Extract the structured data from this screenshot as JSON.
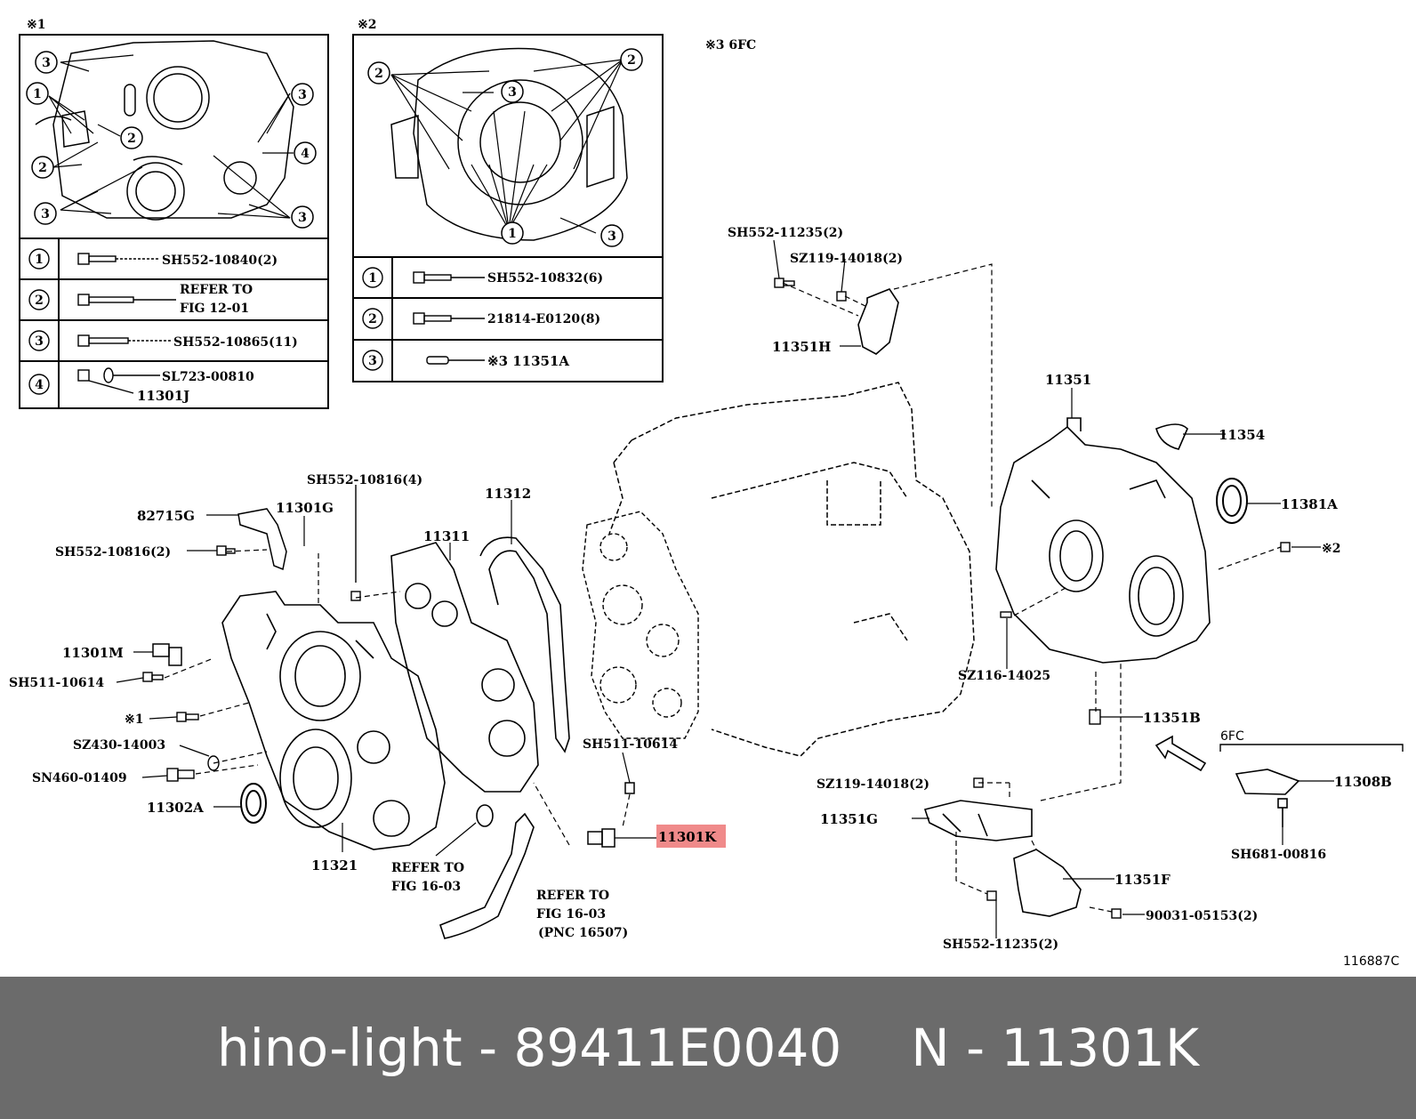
{
  "footer": {
    "brand": "hino-light",
    "sep": "-",
    "part_number": "89411E0040",
    "code_prefix": "N",
    "code_sep": "-",
    "code": "11301K"
  },
  "figure_code": "116887C",
  "insets": {
    "note1": "※1",
    "note2": "※2",
    "note3": "※3  6FC",
    "table1": [
      {
        "n": "1",
        "part": "SH552-10840(2)"
      },
      {
        "n": "2",
        "part": "REFER  TO",
        "part2": "FIG  12-01"
      },
      {
        "n": "3",
        "part": "SH552-10865(11)"
      },
      {
        "n": "4",
        "part": "SL723-00810",
        "part2": "11301J"
      }
    ],
    "table2": [
      {
        "n": "1",
        "part": "SH552-10832(6)"
      },
      {
        "n": "2",
        "part": "21814-E0120(8)"
      },
      {
        "n": "3",
        "part": "※3  11351A"
      }
    ],
    "callouts": [
      "1",
      "2",
      "3",
      "4"
    ]
  },
  "labels": {
    "l82715G": "82715G",
    "l11301G": "11301G",
    "sh552_10816_2": "SH552-10816(2)",
    "sh552_10816_4": "SH552-10816(4)",
    "l11312": "11312",
    "l11311": "11311",
    "l11301M": "11301M",
    "sh511_10614_a": "SH511-10614",
    "note1": "※1",
    "sz430": "SZ430-14003",
    "sn460": "SN460-01409",
    "l11302A": "11302A",
    "l11321": "11321",
    "refer1": "REFER  TO",
    "fig1": "FIG  16-03",
    "refer2": "REFER  TO",
    "fig2": "FIG  16-03",
    "pnc": "(PNC  16507)",
    "sh511_10614_b": "SH511-10614",
    "l11301K": "11301K",
    "sh552_11235_top": "SH552-11235(2)",
    "sz119_top": "SZ119-14018(2)",
    "l11351H": "11351H",
    "l11351": "11351",
    "l11354": "11354",
    "l11381A": "11381A",
    "note2": "※2",
    "sz116": "SZ116-14025",
    "l11351B": "11351B",
    "sz119_bot": "SZ119-14018(2)",
    "l11351G": "11351G",
    "l11351F": "11351F",
    "p90031": "90031-05153(2)",
    "sh552_11235_bot": "SH552-11235(2)",
    "sixfc": "6FC",
    "l11308B": "11308B",
    "sh681": "SH681-00816"
  },
  "colors": {
    "highlight": "#f08a8a",
    "footer_bg": "#6b6b6b",
    "footer_text": "#ffffff"
  }
}
